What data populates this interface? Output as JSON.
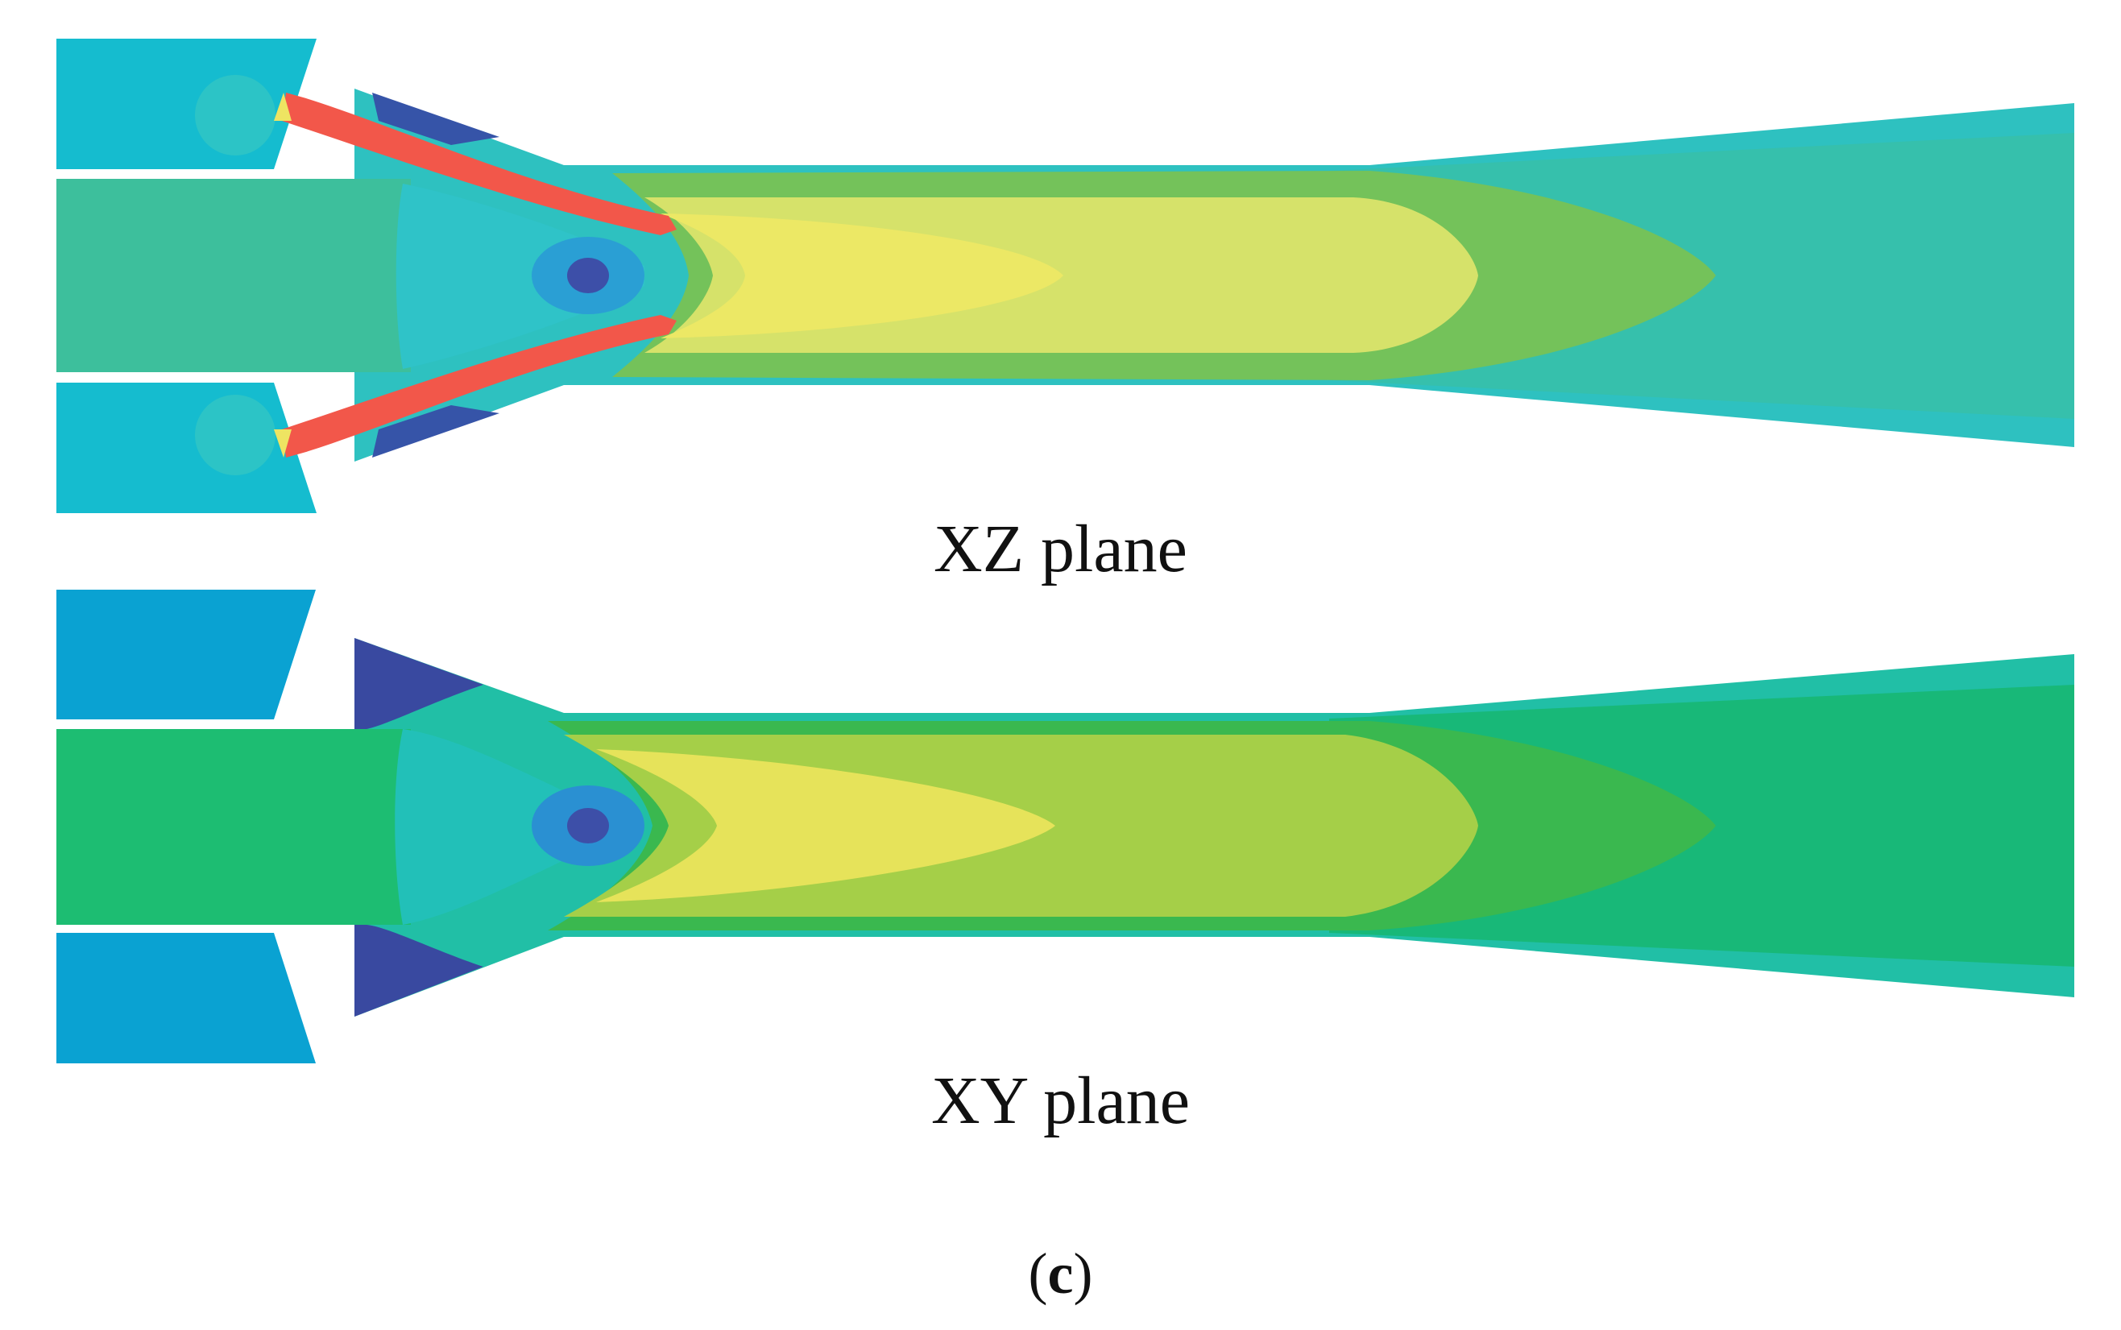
{
  "figure": {
    "panels": [
      {
        "id": "xz",
        "label": "XZ plane"
      },
      {
        "id": "xy",
        "label": "XY plane"
      }
    ],
    "subfigure": {
      "open": "(",
      "letter": "c",
      "close": ")"
    }
  },
  "colors": {
    "xz_inlet_block": "#14bdd0",
    "xz_outer": "#2ec0c2",
    "xz_stream_edge": "#3bbfa8",
    "xz_green": "#74c25a",
    "xz_core": "#d7e26c",
    "xz_tip": "#ede864",
    "jet_red": "#f2584a",
    "xy_inlet_block": "#0aa3d2",
    "xy_outer": "#1fbda2",
    "xy_green": "#31b95c",
    "xy_light_green": "#a8cf48",
    "xy_core": "#e6e35a",
    "vortex_dark": "#3d4fa8",
    "recirculation_blue": "#2a8fd0"
  }
}
